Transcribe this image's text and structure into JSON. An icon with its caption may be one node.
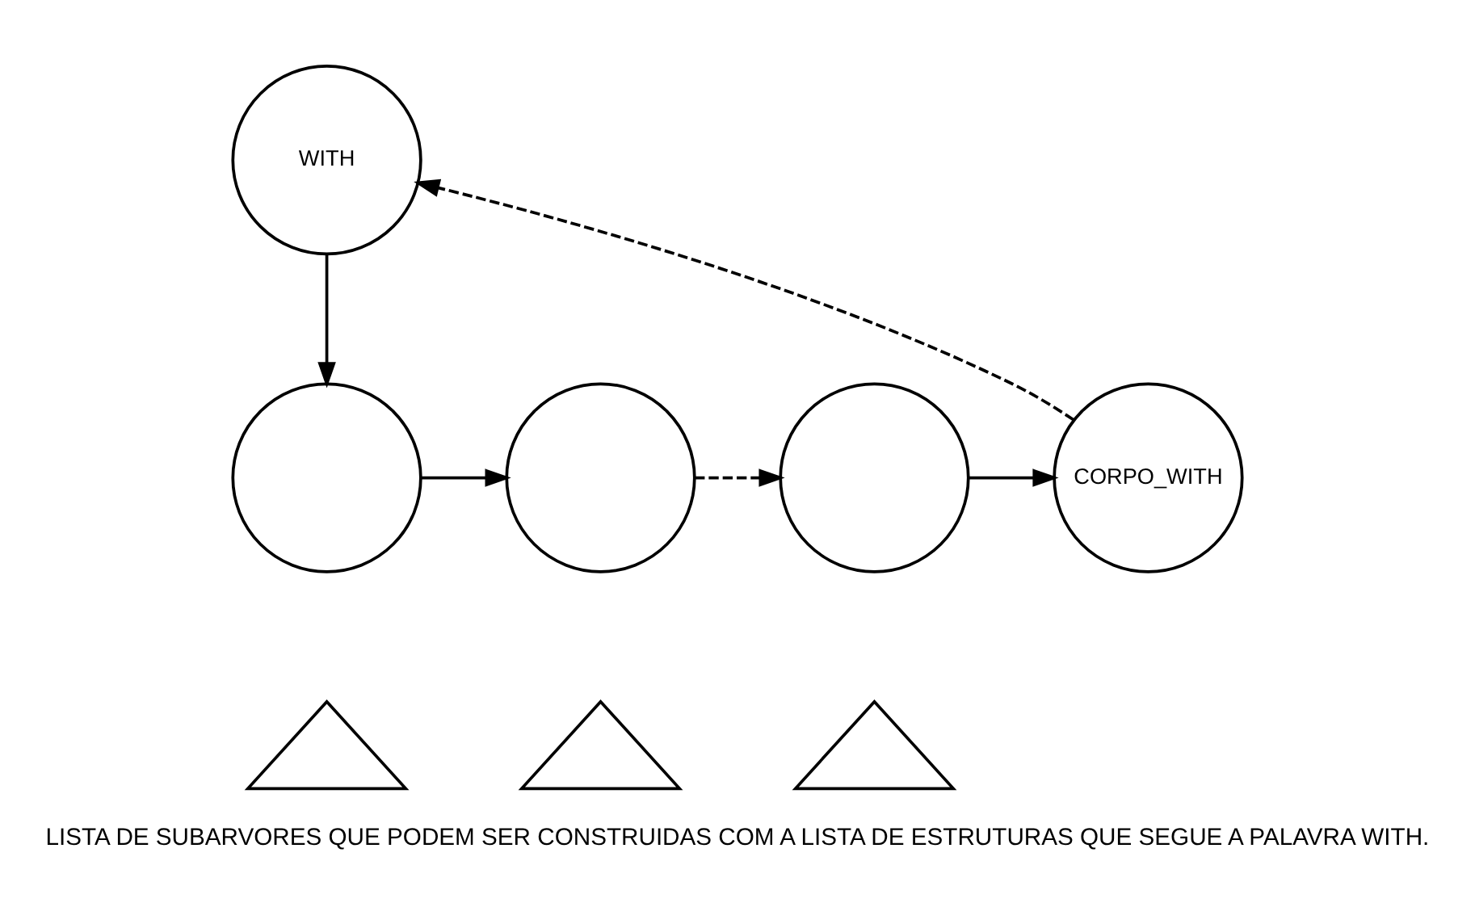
{
  "diagram": {
    "caption": "LISTA DE SUBARVORES QUE PODEM SER CONSTRUIDAS COM A LISTA DE ESTRUTURAS QUE SEGUE A PALAVRA WITH.",
    "nodes": [
      {
        "text": [
          "WITH"
        ]
      },
      {
        "text": [],
        "shape": "circle"
      },
      {
        "text": [],
        "shape": "circle"
      },
      {
        "text": [],
        "shape": "circle"
      },
      {
        "text": [
          "CORPO_WITH"
        ]
      },
      {
        "text": [],
        "shape": "triangle"
      },
      {
        "text": [],
        "shape": "triangle"
      },
      {
        "text": [],
        "shape": "triangle"
      }
    ],
    "edges": [
      {
        "from": 0,
        "to": 1,
        "arrow": "to"
      },
      {
        "from": 1,
        "to": 2,
        "arrow": "to"
      },
      {
        "from": 2,
        "to": 3,
        "arrow": "to",
        "style": "dashed"
      },
      {
        "from": 3,
        "to": 4,
        "arrow": "to"
      },
      {
        "from": 4,
        "to": 0,
        "arrow": "to",
        "style": "dashed"
      }
    ]
  }
}
